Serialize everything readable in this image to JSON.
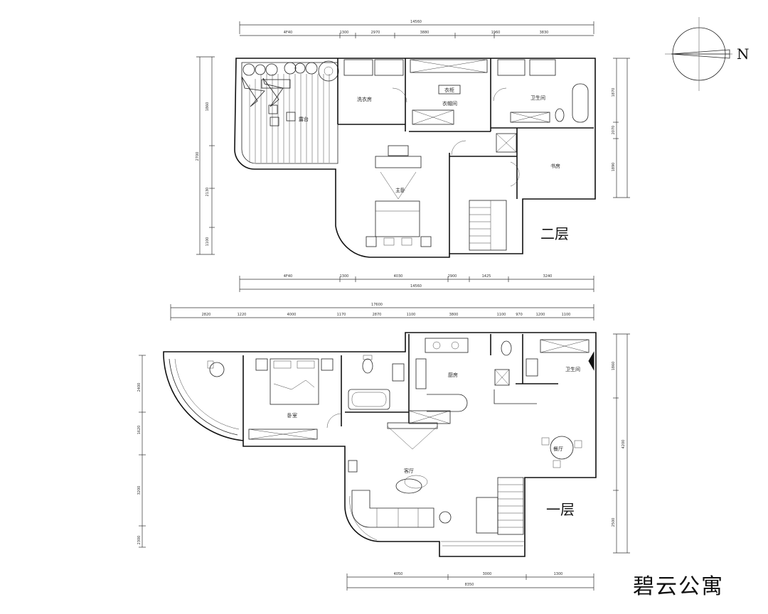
{
  "title": "碧云公寓",
  "north_label": "N",
  "upper_floor": {
    "label": "二层",
    "rooms": {
      "laundry": "洗衣房",
      "wardrobe": "衣帽间",
      "bath": "卫生间",
      "terrace": "露台",
      "bedroom": "主卧",
      "study": "书房"
    },
    "wardrobe_sign": "衣柜",
    "dims_top": [
      "4F40",
      "1300",
      "2970",
      "3880",
      "1960",
      "3830"
    ],
    "dims_top_total": "14560",
    "dims_bottom": [
      "4F40",
      "1300",
      "4030",
      "2900",
      "1425",
      "3240"
    ],
    "dims_bottom_total": "14560",
    "dims_left": [
      "1860",
      "2700",
      "2130",
      "1100"
    ],
    "dims_right": [
      "1870",
      "2070",
      "1890"
    ]
  },
  "lower_floor": {
    "label": "一层",
    "rooms": {
      "bedroom": "卧室",
      "kitchen": "厨房",
      "bath": "卫生间",
      "dining": "餐厅",
      "living": "客厅"
    },
    "dims_top": [
      "2820",
      "1220",
      "4000",
      "1170",
      "2870",
      "1100",
      "3800",
      "1100",
      "970",
      "1200",
      "1100"
    ],
    "dims_top_total": "17600",
    "dims_left": [
      "2400",
      "1620",
      "3200",
      "2300"
    ],
    "dims_right": [
      "1860",
      "4200",
      "2500"
    ],
    "dims_bottom": [
      "4050",
      "3000",
      "1300"
    ],
    "dims_bottom_total": "8350"
  }
}
